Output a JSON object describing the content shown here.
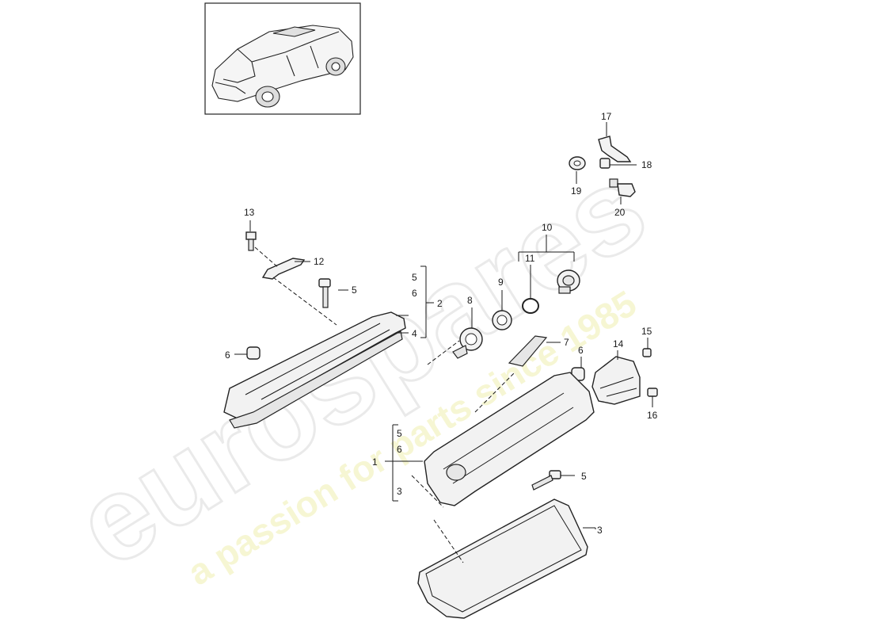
{
  "watermark": {
    "brand": "eurospares",
    "tagline": "a passion for parts since 1985"
  },
  "thumbnail": {
    "icon": "car-suv-icon"
  },
  "callouts": {
    "c1": "1",
    "c2": "2",
    "c3a": "3",
    "c3b": "3",
    "c4": "4",
    "c5a": "5",
    "c5b": "5",
    "c5c": "5",
    "c5d": "5",
    "c6a": "6",
    "c6b": "6",
    "c6c": "6",
    "c6d": "6",
    "c7": "7",
    "c8": "8",
    "c9": "9",
    "c10": "10",
    "c11": "11",
    "c12": "12",
    "c13": "13",
    "c14": "14",
    "c15": "15",
    "c16": "16",
    "c17": "17",
    "c18": "18",
    "c19": "19",
    "c20": "20"
  }
}
